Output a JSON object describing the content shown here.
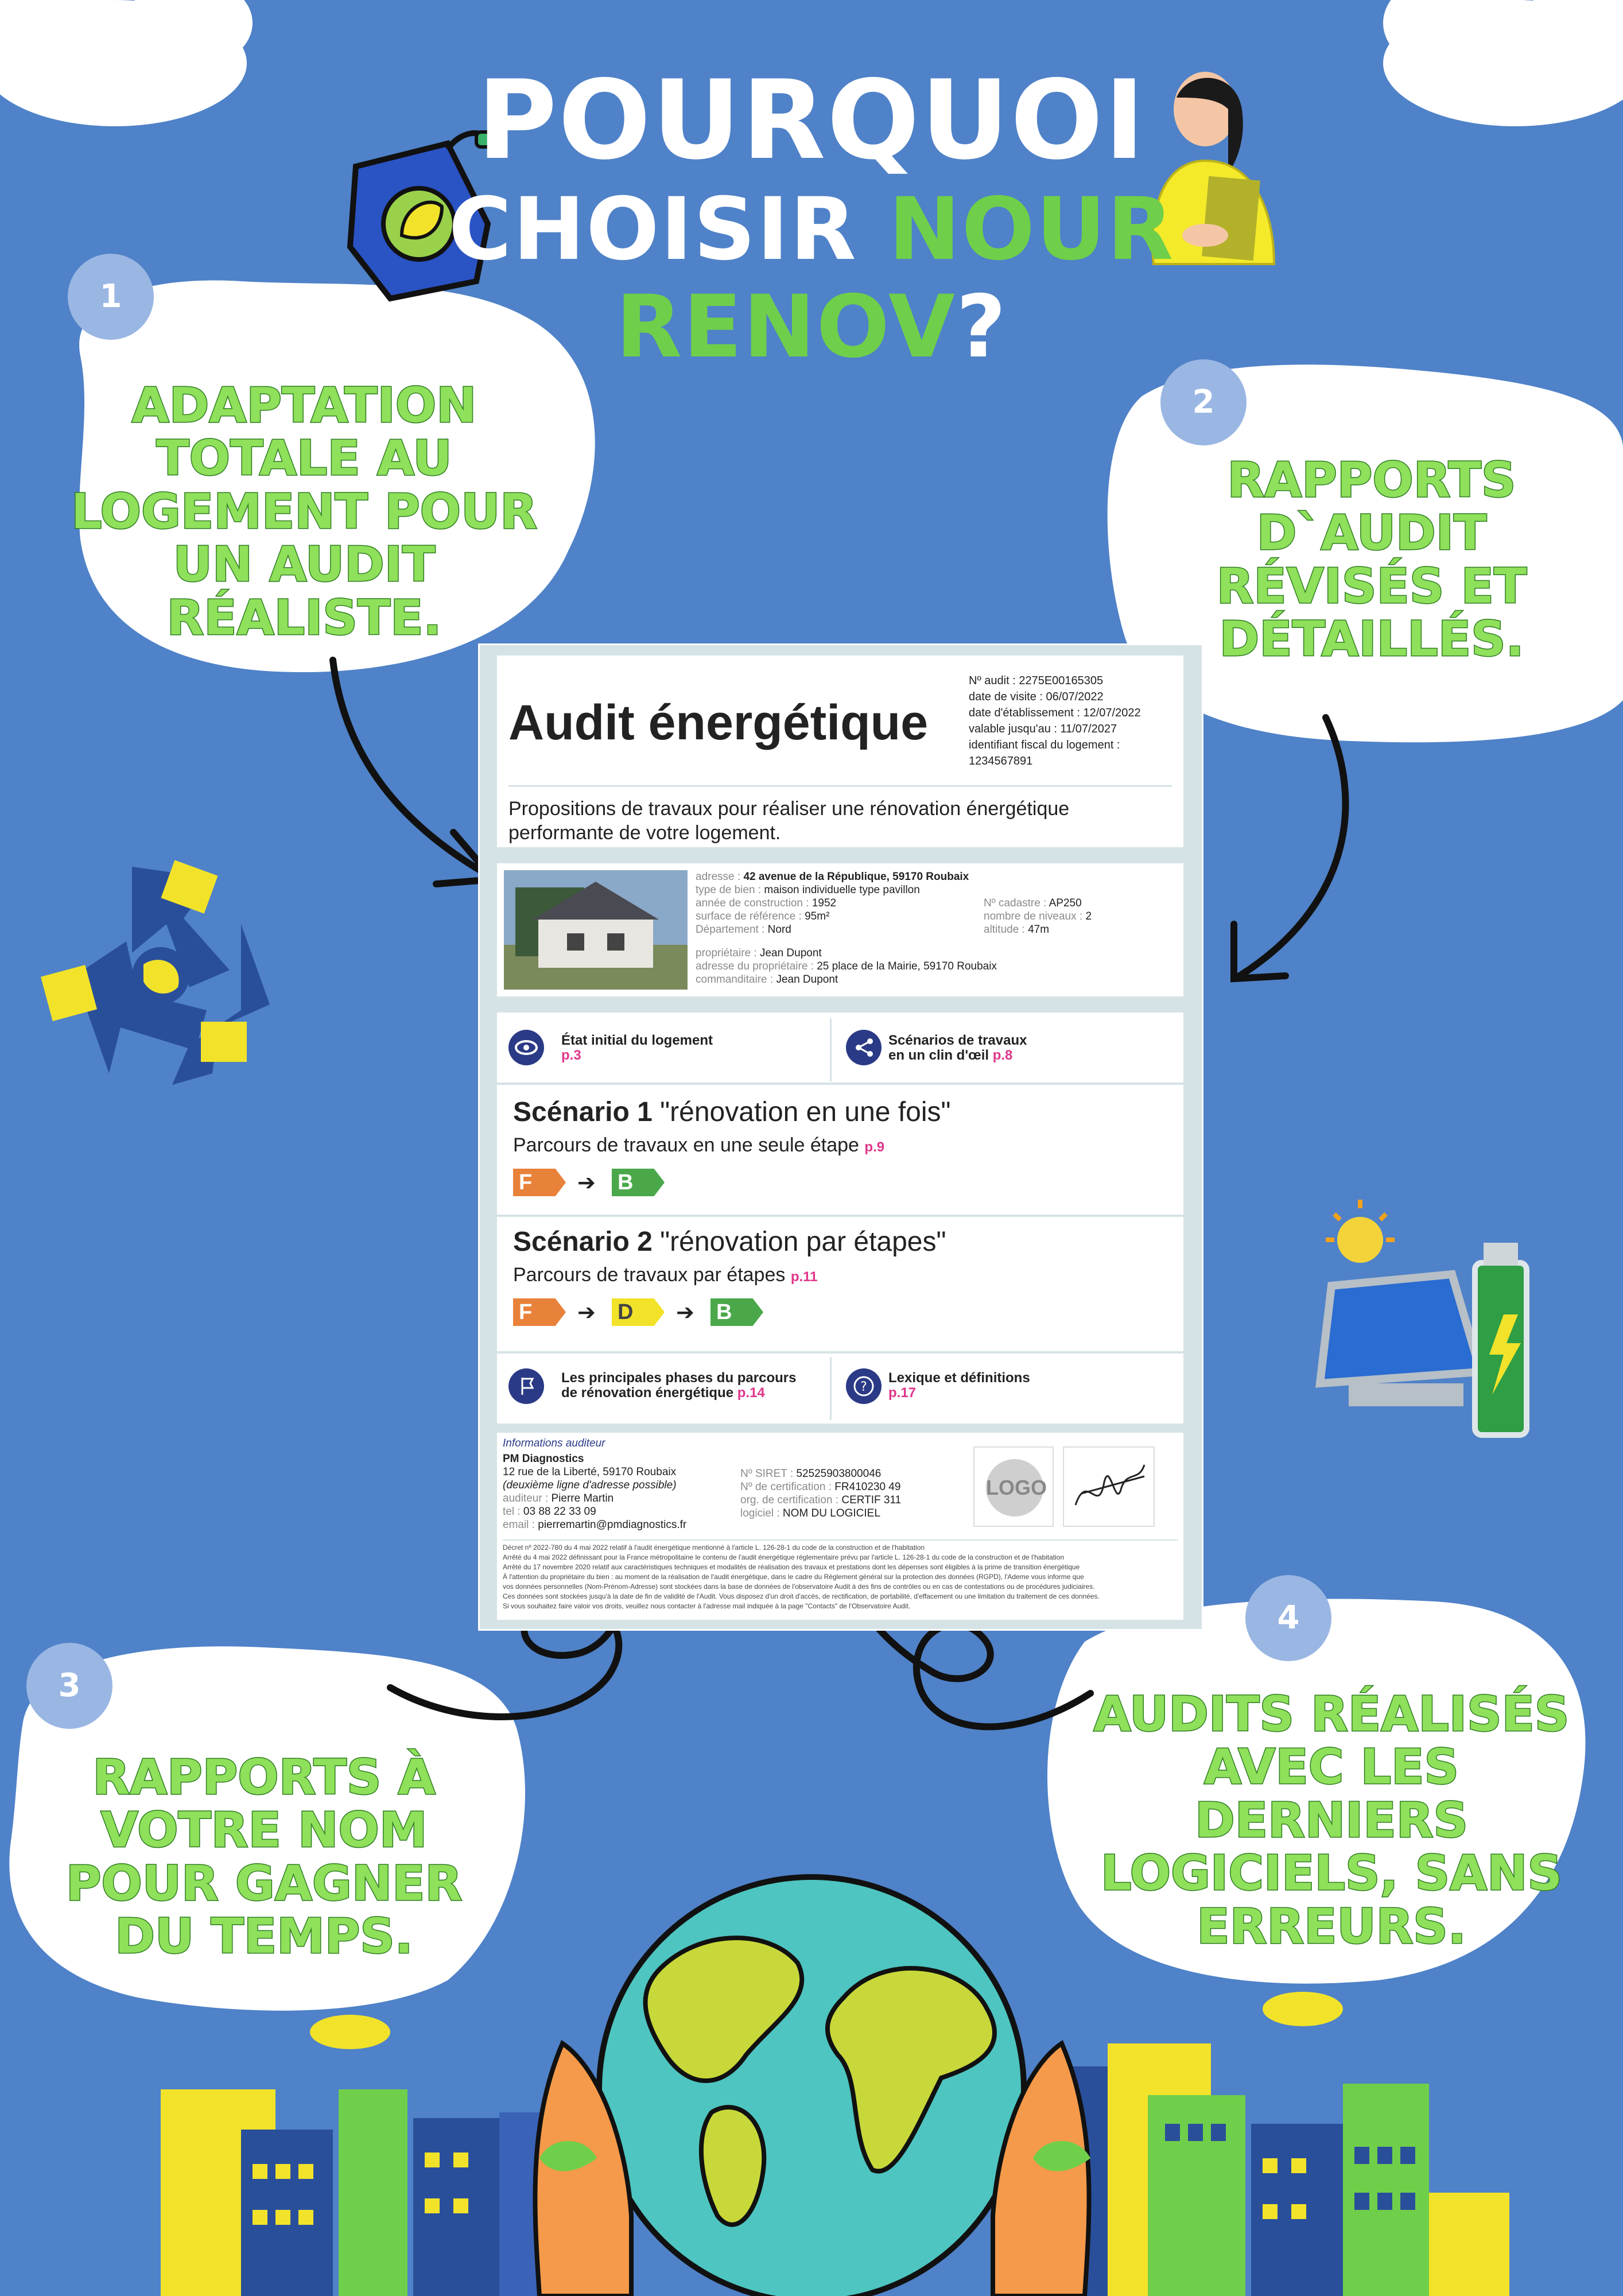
{
  "title": {
    "line1": "POURQUOI",
    "line2_white": "CHOISIR ",
    "line2_green": "NOUR",
    "line3_green": "RENOV",
    "line3_white": "?"
  },
  "points": [
    {
      "number": "1",
      "text": "ADAPTATION TOTALE AU LOGEMENT POUR UN AUDIT RÉALISTE."
    },
    {
      "number": "2",
      "text": "RAPPORTS D`AUDIT RÉVISÉS ET DÉTAILLÉS."
    },
    {
      "number": "3",
      "text": "RAPPORTS À VOTRE NOM POUR GAGNER DU TEMPS."
    },
    {
      "number": "4",
      "text": "AUDITS RÉALISÉS AVEC LES DERNIERS LOGICIELS, SANS ERREURS."
    }
  ],
  "document": {
    "title": "Audit énergétique",
    "meta": [
      "Nº audit : 2275E00165305",
      "date de visite : 06/07/2022",
      "date d'établissement : 12/07/2022",
      "valable jusqu'au : 11/07/2027",
      "identifiant fiscal du logement :",
      "1234567891"
    ],
    "subtitle_line1": "Propositions de travaux pour réaliser une rénovation énergétique",
    "subtitle_line2": "performante de votre logement.",
    "property": {
      "address_label": "adresse : ",
      "address": "42 avenue de la République, 59170 Roubaix",
      "type_label": "type de bien : ",
      "type": "maison individuelle type pavillon",
      "year_label": "année de construction : ",
      "year": "1952",
      "surface_label": "surface de référence : ",
      "surface": "95m²",
      "dept_label": "Département : ",
      "dept": "Nord",
      "cadastre_label": "Nº cadastre : ",
      "cadastre": "AP250",
      "levels_label": "nombre de niveaux : ",
      "levels": "2",
      "altitude_label": "altitude : ",
      "altitude": "47m",
      "owner_label": "propriétaire : ",
      "owner": "Jean Dupont",
      "owner_addr_label": "adresse du propriétaire : ",
      "owner_addr": "25 place de la Mairie, 59170 Roubaix",
      "client_label": "commanditaire : ",
      "client": "Jean Dupont"
    },
    "nav": {
      "etat_title": "État initial du logement",
      "etat_page": "p.3",
      "scen_title1": "Scénarios de travaux",
      "scen_title2": "en un clin d'œil",
      "scen_page": "p.8",
      "phases_title1": "Les principales phases du parcours",
      "phases_title2": "de rénovation énergétique",
      "phases_page": "p.14",
      "lexique_title": "Lexique et définitions",
      "lexique_page": "p.17"
    },
    "scenario1": {
      "label": "Scénario 1",
      "name": "\"rénovation en une fois\"",
      "desc": "Parcours de travaux en une seule étape",
      "page": "p.9",
      "classes": [
        "F",
        "B"
      ]
    },
    "scenario2": {
      "label": "Scénario 2",
      "name": "\"rénovation par étapes\"",
      "desc": "Parcours de travaux par étapes",
      "page": "p.11",
      "classes": [
        "F",
        "D",
        "B"
      ]
    },
    "auditor": {
      "heading": "Informations auditeur",
      "company": "PM Diagnostics",
      "address": "12 rue de la Liberté, 59170 Roubaix",
      "address2": "(deuxième ligne d'adresse possible)",
      "auditeur_label": "auditeur : ",
      "auditeur": "Pierre Martin",
      "tel_label": "tel : ",
      "tel": "03 88 22 33 09",
      "email_label": "email : ",
      "email": "pierremartin@pmdiagnostics.fr",
      "siret_label": "Nº SIRET : ",
      "siret": "52525903800046",
      "cert_label": "Nº de certification : ",
      "cert": "FR410230 49",
      "org_label": "org. de certification : ",
      "org": "CERTIF 311",
      "soft_label": "logiciel : ",
      "soft": "NOM DU LOGICIEL",
      "logo": "LOGO"
    },
    "legal": [
      "Décret nº 2022-780 du 4 mai 2022 relatif à l'audit énergétique mentionné à l'article L. 126-28-1 du code de la construction et de l'habitation",
      "Arrêté du 4 mai 2022 définissant pour la France métropolitaine le contenu de l'audit énergétique réglementaire prévu par l'article L. 126-28-1 du code de la construction et de l'habitation",
      "Arrêté du 17 novembre 2020 relatif aux caractéristiques techniques et modalités de réalisation des travaux et prestations dont les dépenses sont éligibles à la prime de transition énergétique",
      "À l'attention du propriétaire du bien : au moment de la réalisation de l'audit énergétique, dans le cadre du Règlement général sur la protection des données (RGPD), l'Ademe vous informe que",
      "vos données personnelles (Nom-Prénom-Adresse) sont stockées dans la base de données de l'observatoire Audit à des fins de contrôles ou en cas de contestations ou de procédures judiciaires.",
      "Ces données sont stockées jusqu'à la date de fin de validité de l'Audit. Vous disposez d'un droit d'accès, de rectification, de portabilité, d'effacement ou une limitation du traitement de ces données.",
      "Si vous souhaitez faire valoir vos droits, veuillez nous contacter à l'adresse mail indiquée à la page \"Contacts\" de l'Observatoire Audit."
    ]
  },
  "colors": {
    "background": "#4f82c8",
    "title_green": "#6fcf4a",
    "bubble_text": "#8fe05a",
    "bubble_stroke": "#2f7d22",
    "class_F": "#e8823a",
    "class_D": "#f2e32a",
    "class_B": "#4aa84a"
  },
  "icons": [
    "fuel-can-icon",
    "woman-with-folder-icon",
    "recycle-icon",
    "solar-panel-battery-icon",
    "earth-in-hands-icon",
    "city-buildings-icon",
    "cloud-icon",
    "sun-icon"
  ]
}
